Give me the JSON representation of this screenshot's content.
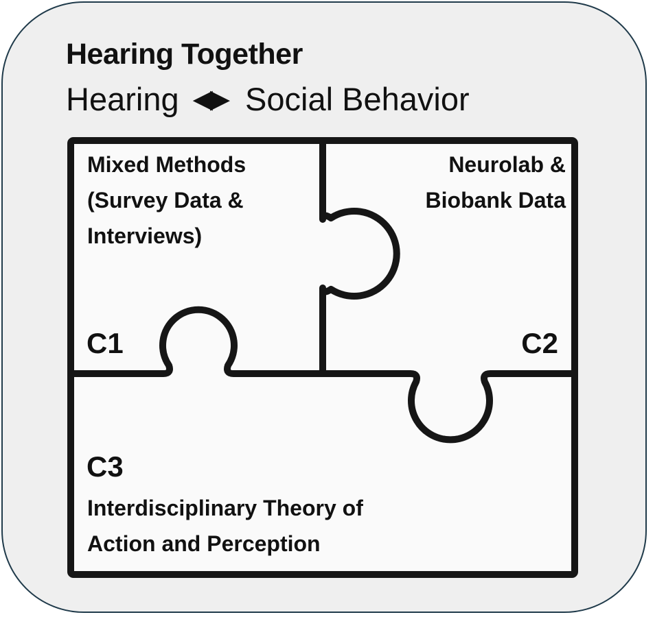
{
  "header": {
    "title": "Hearing Together",
    "subtitle_left": "Hearing",
    "subtitle_arrows": "◀▶",
    "subtitle_right": "Social Behavior"
  },
  "pieces": {
    "c1": {
      "code": "C1",
      "lines": [
        "Mixed Methods",
        "(Survey Data &",
        "Interviews)"
      ]
    },
    "c2": {
      "code": "C2",
      "lines": [
        "Neurolab &",
        "Biobank Data"
      ]
    },
    "c3": {
      "code": "C3",
      "lines": [
        "Interdisciplinary Theory of",
        "Action and Perception"
      ]
    }
  },
  "colors": {
    "card_bg": "#efefef",
    "card_border": "#1f3a4a",
    "puzzle_fill": "#fafafa",
    "puzzle_stroke": "#161616"
  }
}
